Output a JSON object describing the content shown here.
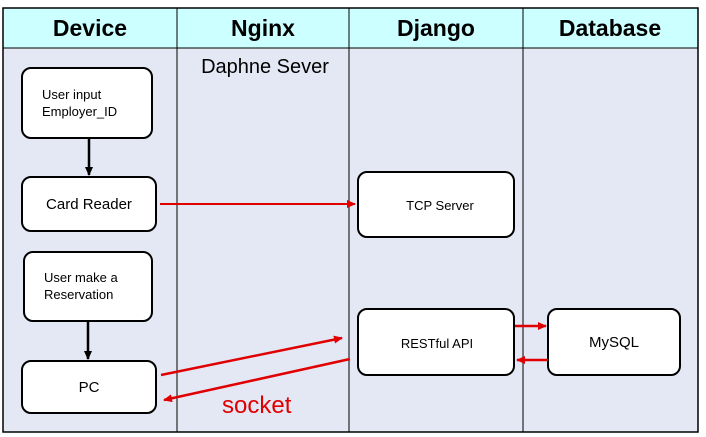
{
  "lanes": {
    "device": "Device",
    "nginx": "Nginx",
    "django": "Django",
    "database": "Database"
  },
  "nginx_subtitle": "Daphne Sever",
  "boxes": {
    "user_input": [
      "User input",
      "Employer_ID"
    ],
    "card_reader": "Card Reader",
    "user_reservation": [
      "User make a",
      "Reservation"
    ],
    "pc": "PC",
    "tcp_server": "TCP Server",
    "restful_api": "RESTful API",
    "mysql": "MySQL"
  },
  "edge_labels": {
    "socket": "socket"
  },
  "colors": {
    "header_bg": "#ccffff",
    "lane_bg": "#e4e8f5",
    "arrow_black": "#000000",
    "arrow_red": "#e00000"
  }
}
